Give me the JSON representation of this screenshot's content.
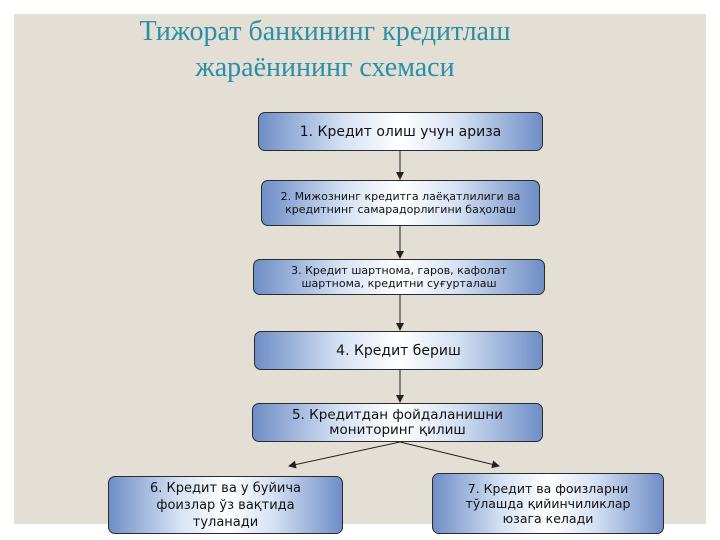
{
  "title": {
    "line1": "Тижорат банкининг кредитлаш",
    "line2": "жараёнининг схемаси"
  },
  "steps": [
    {
      "label": "1. Кредит олиш учун ариза"
    },
    {
      "label": "2. Мижознинг кредитга лаёқатлилиги ва кредитнинг самарадорлигини баҳолаш"
    },
    {
      "label": "3. Кредит шартнома, гаров, кафолат шартнома, кредитни суғурталаш"
    },
    {
      "label": "4. Кредит бериш"
    },
    {
      "label": "5. Кредитдан фойдаланишни мониторинг қилиш"
    },
    {
      "label": "6. Кредит ва у буйича фоизлар ўз вақтида туланади"
    },
    {
      "label": "7. Кредит ва фоизларни тўлашда қийинчиликлар юзага келади"
    }
  ],
  "colors": {
    "title": "#2a8fa8",
    "slide_bg": "#e4dfd4",
    "box_edge": "#6f8ec6",
    "box_center": "#ffffff",
    "border": "#2b2b2b"
  }
}
